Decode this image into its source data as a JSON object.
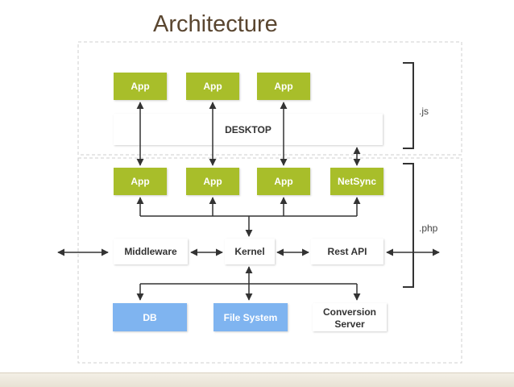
{
  "title": "Architecture",
  "labels": {
    "js": ".js",
    "php": ".php"
  },
  "desktop": {
    "apps": [
      "App",
      "App",
      "App"
    ],
    "bar": "DESKTOP"
  },
  "server": {
    "apps": [
      "App",
      "App",
      "App"
    ],
    "netsync": "NetSync",
    "middleware": "Middleware",
    "kernel": "Kernel",
    "rest_api": "Rest API",
    "db": "DB",
    "file_system": "File System",
    "conversion_line1": "Conversion",
    "conversion_line2": "Server"
  },
  "colors": {
    "app_green": "#a8be2a",
    "storage_blue": "#7fb4f0",
    "line": "#333333",
    "dashed": "#cfcfcf",
    "title": "#5a4630"
  }
}
